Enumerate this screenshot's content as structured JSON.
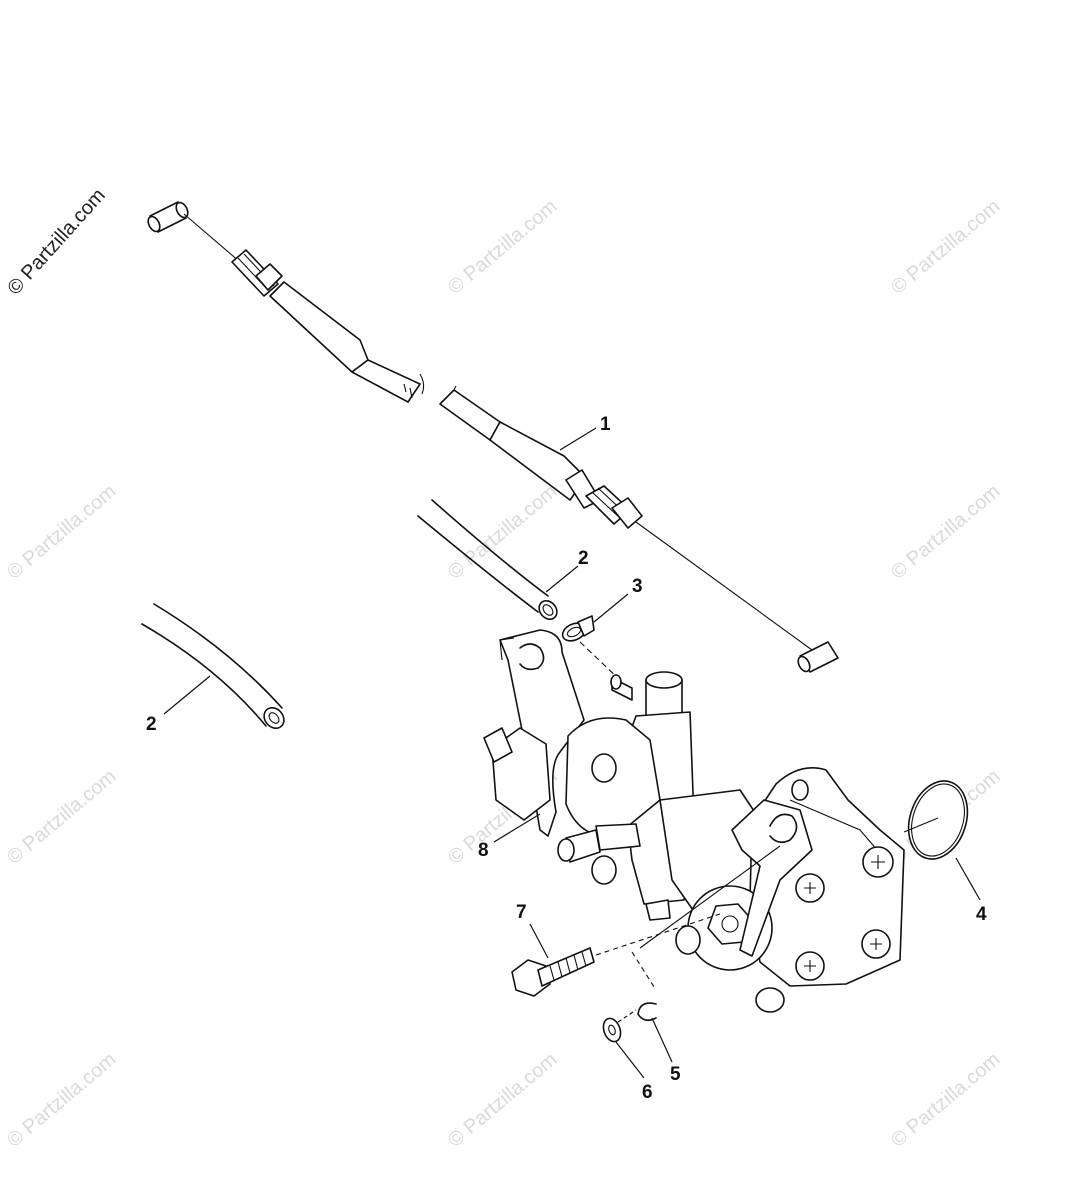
{
  "watermark": {
    "main_text": "© Partzilla.com",
    "tile_text": "© Partzilla.com"
  },
  "callouts": {
    "c1": "1",
    "c2a": "2",
    "c2b": "2",
    "c3": "3",
    "c4": "4",
    "c5": "5",
    "c6": "6",
    "c7": "7",
    "c8": "8"
  },
  "colors": {
    "line": "#111111",
    "background": "#ffffff",
    "watermark": "#d9d9d9"
  }
}
